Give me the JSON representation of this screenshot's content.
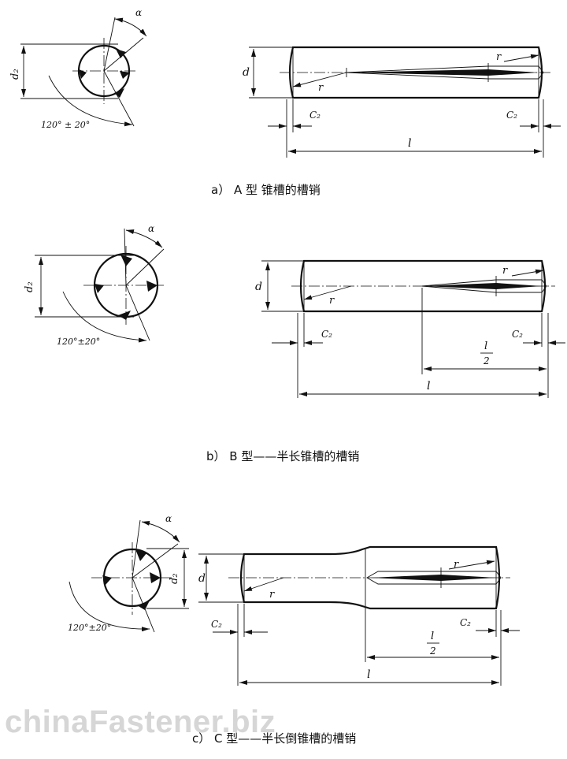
{
  "figures": [
    {
      "id": "a",
      "caption": "a）  A 型      锥槽的槽销",
      "labels": {
        "d2": "d₂",
        "angle": "120° ± 20°",
        "alpha": "α",
        "d": "d",
        "r_left": "r",
        "r_right": "r",
        "c2_left": "C₂",
        "c2_right": "C₂",
        "l": "l"
      }
    },
    {
      "id": "b",
      "caption": "b）  B 型——半长锥槽的槽销",
      "labels": {
        "d2": "d₂",
        "angle": "120°±20°",
        "alpha": "α",
        "d": "d",
        "r_left": "r",
        "r_right": "r",
        "c2_left": "C₂",
        "c2_right": "C₂",
        "half_l_num": "l",
        "half_l_den": "2",
        "l": "l"
      }
    },
    {
      "id": "c",
      "caption": "c）  C 型——半长倒锥槽的槽销",
      "labels": {
        "d2": "d₂",
        "angle": "120°±20°",
        "alpha": "α",
        "d": "d",
        "r_left": "r",
        "r_right": "r",
        "c2_left": "C₂",
        "c2_right": "C₂",
        "half_l_num": "l",
        "half_l_den": "2",
        "l": "l"
      }
    }
  ],
  "watermark": "chinaFastener.biz"
}
